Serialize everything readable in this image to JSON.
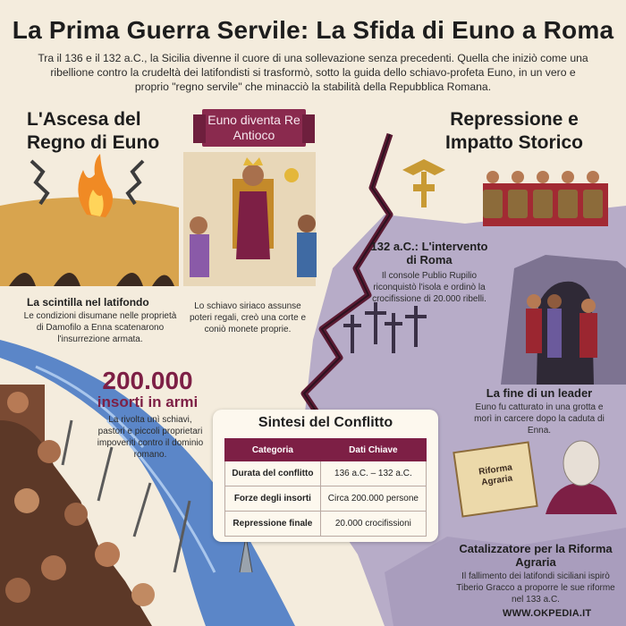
{
  "title": "La Prima Guerra Servile: La Sfida di Euno a Roma",
  "intro": "Tra il 136 e il 132 a.C., la Sicilia divenne il cuore di una sollevazione senza precedenti. Quella che iniziò come una ribellione contro la crudeltà dei latifondisti si trasformò, sotto la guida dello schiavo-profeta Euno, in un vero e proprio \"regno servile\" che minacciò la stabilità della Repubblica Romana.",
  "left_heading": "L'Ascesa del Regno di Euno",
  "right_heading": "Repressione e Impatto Storico",
  "banner": "Euno diventa Re Antioco",
  "spark": {
    "title": "La scintilla nel latifondo",
    "text": "Le condizioni disumane nelle proprietà di Damofilo a Enna scatenarono l'insurrezione armata."
  },
  "king": {
    "text": "Lo schiavo siriaco assunse poteri regali, creò una corte e coniò monete proprie."
  },
  "rebels": {
    "number": "200.000",
    "label": "insorti in armi",
    "text": "La rivolta unì schiavi, pastori e piccoli proprietari impoveriti contro il dominio romano."
  },
  "intervention": {
    "title": "132 a.C.: L'intervento di Roma",
    "text": "Il console Publio Rupilio riconquistò l'isola e ordinò la crocifissione di 20.000 ribelli."
  },
  "leader_end": {
    "title": "La fine di un leader",
    "text": "Euno fu catturato in una grotta e morì in carcere dopo la caduta di Enna."
  },
  "reform": {
    "scroll": "Riforma Agraria",
    "title": "Catalizzatore per la Riforma Agraria",
    "text": "Il fallimento dei latifondi siciliani ispirò Tiberio Gracco a proporre le sue riforme nel 133 a.C."
  },
  "summary": {
    "title": "Sintesi del Conflitto",
    "headers": [
      "Categoria",
      "Dati Chiave"
    ],
    "rows": [
      [
        "Durata del conflitto",
        "136 a.C. – 132 a.C."
      ],
      [
        "Forze degli insorti",
        "Circa 200.000 persone"
      ],
      [
        "Repressione finale",
        "20.000 crocifissioni"
      ]
    ]
  },
  "site": "WWW.OKPEDIA.IT",
  "colors": {
    "accent": "#7d1f45",
    "background": "#f4ecdd",
    "river": "#5b86c8",
    "rock": "#7d7391"
  }
}
